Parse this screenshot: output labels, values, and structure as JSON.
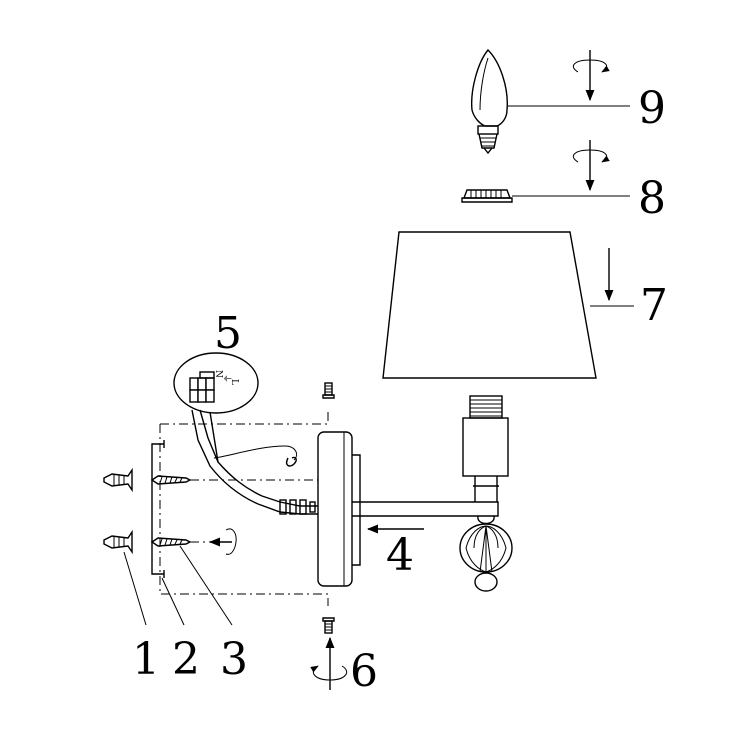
{
  "diagram": {
    "part_numbers": {
      "p1": "1",
      "p2": "2",
      "p3": "3",
      "p4": "4",
      "p5": "5",
      "p6": "6",
      "p7": "7",
      "p8": "8",
      "p9": "9"
    },
    "terminal_marks": {
      "n": "N",
      "earth": "⏚",
      "l": "L"
    }
  },
  "colors": {
    "stroke": "#000000",
    "background": "#ffffff"
  }
}
